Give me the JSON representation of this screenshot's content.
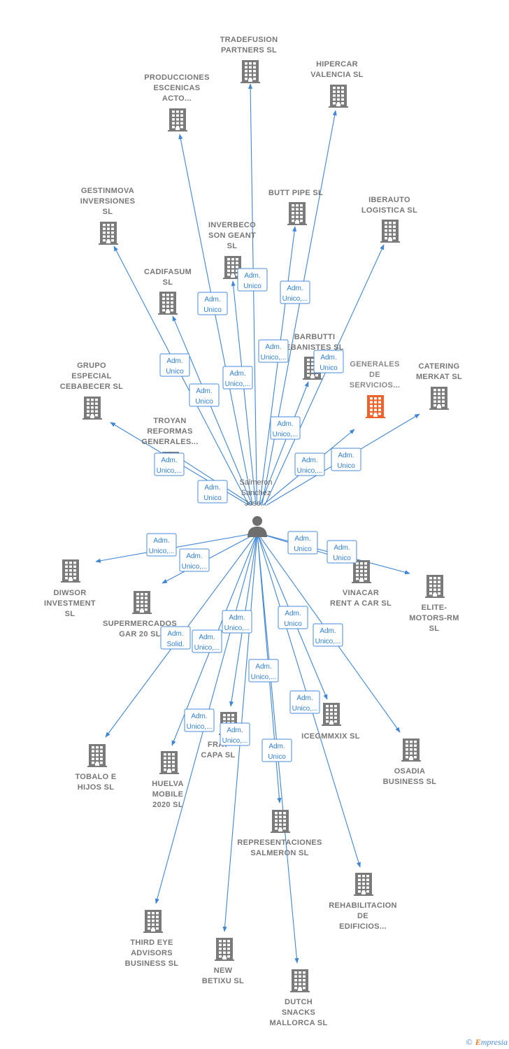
{
  "diagram": {
    "person": {
      "label": [
        "Salmeron",
        "Sanchez",
        "Jose..."
      ]
    },
    "companies": [
      {
        "id": "tradefusion",
        "label": [
          "TRADEFUSION",
          "PARTNERS  SL"
        ]
      },
      {
        "id": "hipercar",
        "label": [
          "HIPERCAR",
          "VALENCIA  SL"
        ]
      },
      {
        "id": "producciones",
        "label": [
          "PRODUCCIONES",
          "ESCENICAS",
          "ACTO..."
        ]
      },
      {
        "id": "gestinmova",
        "label": [
          "GESTINMOVA",
          "INVERSIONES",
          "SL"
        ]
      },
      {
        "id": "buttpipe",
        "label": [
          "BUTT PIPE  SL"
        ]
      },
      {
        "id": "iberauto",
        "label": [
          "IBERAUTO",
          "LOGISTICA  SL"
        ]
      },
      {
        "id": "inverbeco",
        "label": [
          "INVERBECO",
          "SON GEANT",
          "SL"
        ]
      },
      {
        "id": "cadifasum",
        "label": [
          "CADIFASUM",
          "SL"
        ]
      },
      {
        "id": "barbutti",
        "label": [
          "BARBUTTI",
          "EBANISTES SL"
        ]
      },
      {
        "id": "generales",
        "label": [
          "GENERALES",
          "DE",
          "SERVICIOS..."
        ],
        "highlight": true
      },
      {
        "id": "catering",
        "label": [
          "CATERING",
          "MERKAT  SL"
        ]
      },
      {
        "id": "grupo",
        "label": [
          "GRUPO",
          "ESPECIAL",
          "CEBABECER SL"
        ]
      },
      {
        "id": "troyan",
        "label": [
          "TROYAN",
          "REFORMAS",
          "GENERALES..."
        ]
      },
      {
        "id": "diwsor",
        "label": [
          "DIWSOR",
          "INVESTMENT",
          "SL"
        ]
      },
      {
        "id": "supermercados",
        "label": [
          "SUPERMERCADOS",
          "GAR 20  SL"
        ]
      },
      {
        "id": "vinacar",
        "label": [
          "VINACAR",
          "RENT A CAR SL"
        ]
      },
      {
        "id": "elite",
        "label": [
          "ELITE-",
          "MOTORS-RM",
          "SL"
        ]
      },
      {
        "id": "tobalo",
        "label": [
          "TOBALO E",
          "HIJOS  SL"
        ]
      },
      {
        "id": "huelva",
        "label": [
          "HUELVA",
          "MOBILE",
          "2020  SL"
        ]
      },
      {
        "id": "fraycapa",
        "label": [
          "FRAY",
          "CAPA  SL"
        ]
      },
      {
        "id": "icegmmxix",
        "label": [
          "ICEGMMXIX  SL"
        ]
      },
      {
        "id": "osadia",
        "label": [
          "OSADIA",
          "BUSINESS  SL"
        ]
      },
      {
        "id": "representaciones",
        "label": [
          "REPRESENTACIONES",
          "SALMERON  SL"
        ]
      },
      {
        "id": "rehabilitacion",
        "label": [
          "REHABILITACION",
          "DE",
          "EDIFICIOS..."
        ]
      },
      {
        "id": "thirdeye",
        "label": [
          "THIRD EYE",
          "ADVISORS",
          "BUSINESS  SL"
        ]
      },
      {
        "id": "newbetixu",
        "label": [
          "NEW",
          "BETIXU  SL"
        ]
      },
      {
        "id": "dutch",
        "label": [
          "DUTCH",
          "SNACKS",
          "MALLORCA  SL"
        ]
      }
    ],
    "roles": [
      {
        "id": "r1",
        "label": [
          "Adm.",
          "Unico"
        ]
      },
      {
        "id": "r2",
        "label": [
          "Adm.",
          "Unico"
        ]
      },
      {
        "id": "r3",
        "label": [
          "Adm.",
          "Unico,..."
        ]
      },
      {
        "id": "r4",
        "label": [
          "Adm.",
          "Unico,..."
        ]
      },
      {
        "id": "r5",
        "label": [
          "Adm.",
          "Unico"
        ]
      },
      {
        "id": "r6",
        "label": [
          "Adm.",
          "Unico"
        ]
      },
      {
        "id": "r7",
        "label": [
          "Adm.",
          "Unico"
        ]
      },
      {
        "id": "r8",
        "label": [
          "Adm.",
          "Unico,..."
        ]
      },
      {
        "id": "r9",
        "label": [
          "Adm.",
          "Unico,..."
        ]
      },
      {
        "id": "r10",
        "label": [
          "Adm.",
          "Unico,..."
        ]
      },
      {
        "id": "r11",
        "label": [
          "Adm.",
          "Unico"
        ]
      },
      {
        "id": "r12",
        "label": [
          "Adm.",
          "Unico,..."
        ]
      },
      {
        "id": "r13",
        "label": [
          "Adm.",
          "Unico"
        ]
      },
      {
        "id": "r14",
        "label": [
          "Adm.",
          "Unico,..."
        ]
      },
      {
        "id": "r15",
        "label": [
          "Adm.",
          "Unico,..."
        ]
      },
      {
        "id": "r16",
        "label": [
          "Adm.",
          "Unico"
        ]
      },
      {
        "id": "r17",
        "label": [
          "Adm.",
          "Unico"
        ]
      },
      {
        "id": "r18",
        "label": [
          "Adm.",
          "Solid."
        ]
      },
      {
        "id": "r19",
        "label": [
          "Adm.",
          "Unico,..."
        ]
      },
      {
        "id": "r20",
        "label": [
          "Adm.",
          "Unico,..."
        ]
      },
      {
        "id": "r21",
        "label": [
          "Adm.",
          "Unico"
        ]
      },
      {
        "id": "r22",
        "label": [
          "Adm.",
          "Unico,..."
        ]
      },
      {
        "id": "r23",
        "label": [
          "Adm.",
          "Unico,..."
        ]
      },
      {
        "id": "r24",
        "label": [
          "Adm.",
          "Unico,..."
        ]
      },
      {
        "id": "r25",
        "label": [
          "Adm.",
          "Unico,..."
        ]
      },
      {
        "id": "r26",
        "label": [
          "Adm.",
          "Unico,..."
        ]
      },
      {
        "id": "r27",
        "label": [
          "Adm.",
          "Unico"
        ]
      }
    ]
  },
  "colors": {
    "edge": "#3f86d6",
    "node": "#7a7a7a",
    "highlight": "#f0622a",
    "role_text": "#2f7fd6"
  },
  "footer": {
    "copyright": "©",
    "brand_first": "E",
    "brand_rest": "mpresia"
  }
}
